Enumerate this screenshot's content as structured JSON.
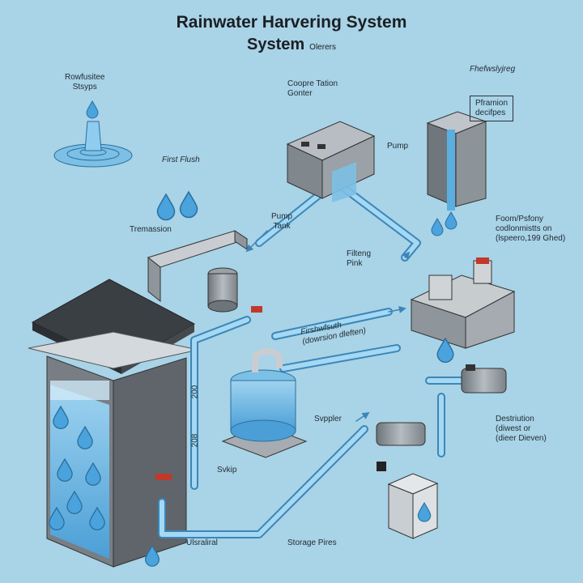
{
  "title": {
    "line1": "Rainwater Harvering System",
    "line2": "System",
    "line2_small": "Olerers"
  },
  "labels": {
    "rowfusitee": [
      "Rowfusitee",
      "Stsyps"
    ],
    "first_flush": "First Flush",
    "tremassion": "Tremassion",
    "coopre_tation": [
      "Coopre Tation",
      "Gonter"
    ],
    "pump": "Pump",
    "pump_tank": [
      "Pump",
      "Tank"
    ],
    "fhefwslyjreg": "Fhefwslyjreg",
    "pframion": [
      "Pframion",
      "decifpes"
    ],
    "foom_psfony": [
      "Foom/Psfony",
      "codlonmistts on",
      "(lspeero,199 Ghed)"
    ],
    "filteng_pink": [
      "Filteng",
      "Pink"
    ],
    "firshwfsuth": [
      "Firshwfsuth",
      "(dowrsion dleften)"
    ],
    "svppler": "Svppler",
    "svkip": "Svkip",
    "destriution": [
      "Destriution",
      "(diwest or",
      "(dieer Dieven)"
    ],
    "ulsraliral": "Ulsraliral",
    "storage_pires": "Storage Pires",
    "num_200": "200",
    "num_208": "208"
  },
  "colors": {
    "background": "#a9d3e6",
    "pipe": "#7fc0e3",
    "pipe_stroke": "#3b86b8",
    "water": "#5aaee0",
    "metal": "#8e959b",
    "dark": "#3a3f44",
    "valve": "#c0392b"
  },
  "icons": [
    "water-drop-icon",
    "splash-icon",
    "valve-icon",
    "arrow-icon"
  ]
}
